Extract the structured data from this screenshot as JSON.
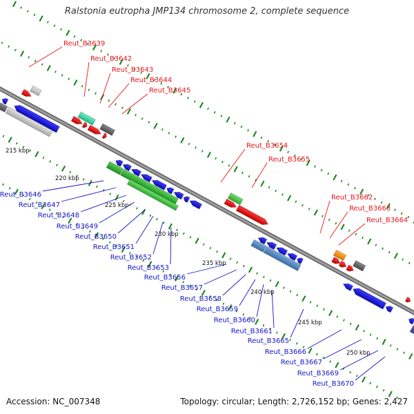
{
  "title": "Ralstonia eutropha JMP134 chromosome 2, complete sequence",
  "accession": "Accession: NC_007348",
  "topology": "Topology: circular; Length: 2,726,152 bp; Genes: 2,427",
  "colors": {
    "forward_label": "#e8141a",
    "reverse_label": "#1414c8",
    "backbone": "#888888",
    "tick": "#1f8a1f"
  },
  "scale_labels": [
    "215 kbp",
    "220 kbp",
    "225 kbp",
    "230 kbp",
    "235 kbp",
    "240 kbp",
    "245 kbp",
    "250 kbp"
  ],
  "forward_labels": [
    "Reut_B3639",
    "Reut_B3642",
    "Reut_B3643",
    "Reut_B3644",
    "Reut_B3645",
    "Reut_B3654",
    "Reut_B3655",
    "Reut_B3662",
    "Reut_B3663",
    "Reut_B3664"
  ],
  "reverse_labels": [
    "Reut_B3646",
    "Reut_B3647",
    "Reut_B3648",
    "Reut_B3649",
    "Reut_B3650",
    "Reut_B3651",
    "Reut_B3652",
    "Reut_B3653",
    "Reut_B3656",
    "Reut_B3657",
    "Reut_B3658",
    "Reut_B3659",
    "Reut_B3660",
    "Reut_B3661",
    "Reut_B3665",
    "Reut_B3666",
    "Reut_B3667",
    "Reut_B3669",
    "Reut_B3670"
  ]
}
